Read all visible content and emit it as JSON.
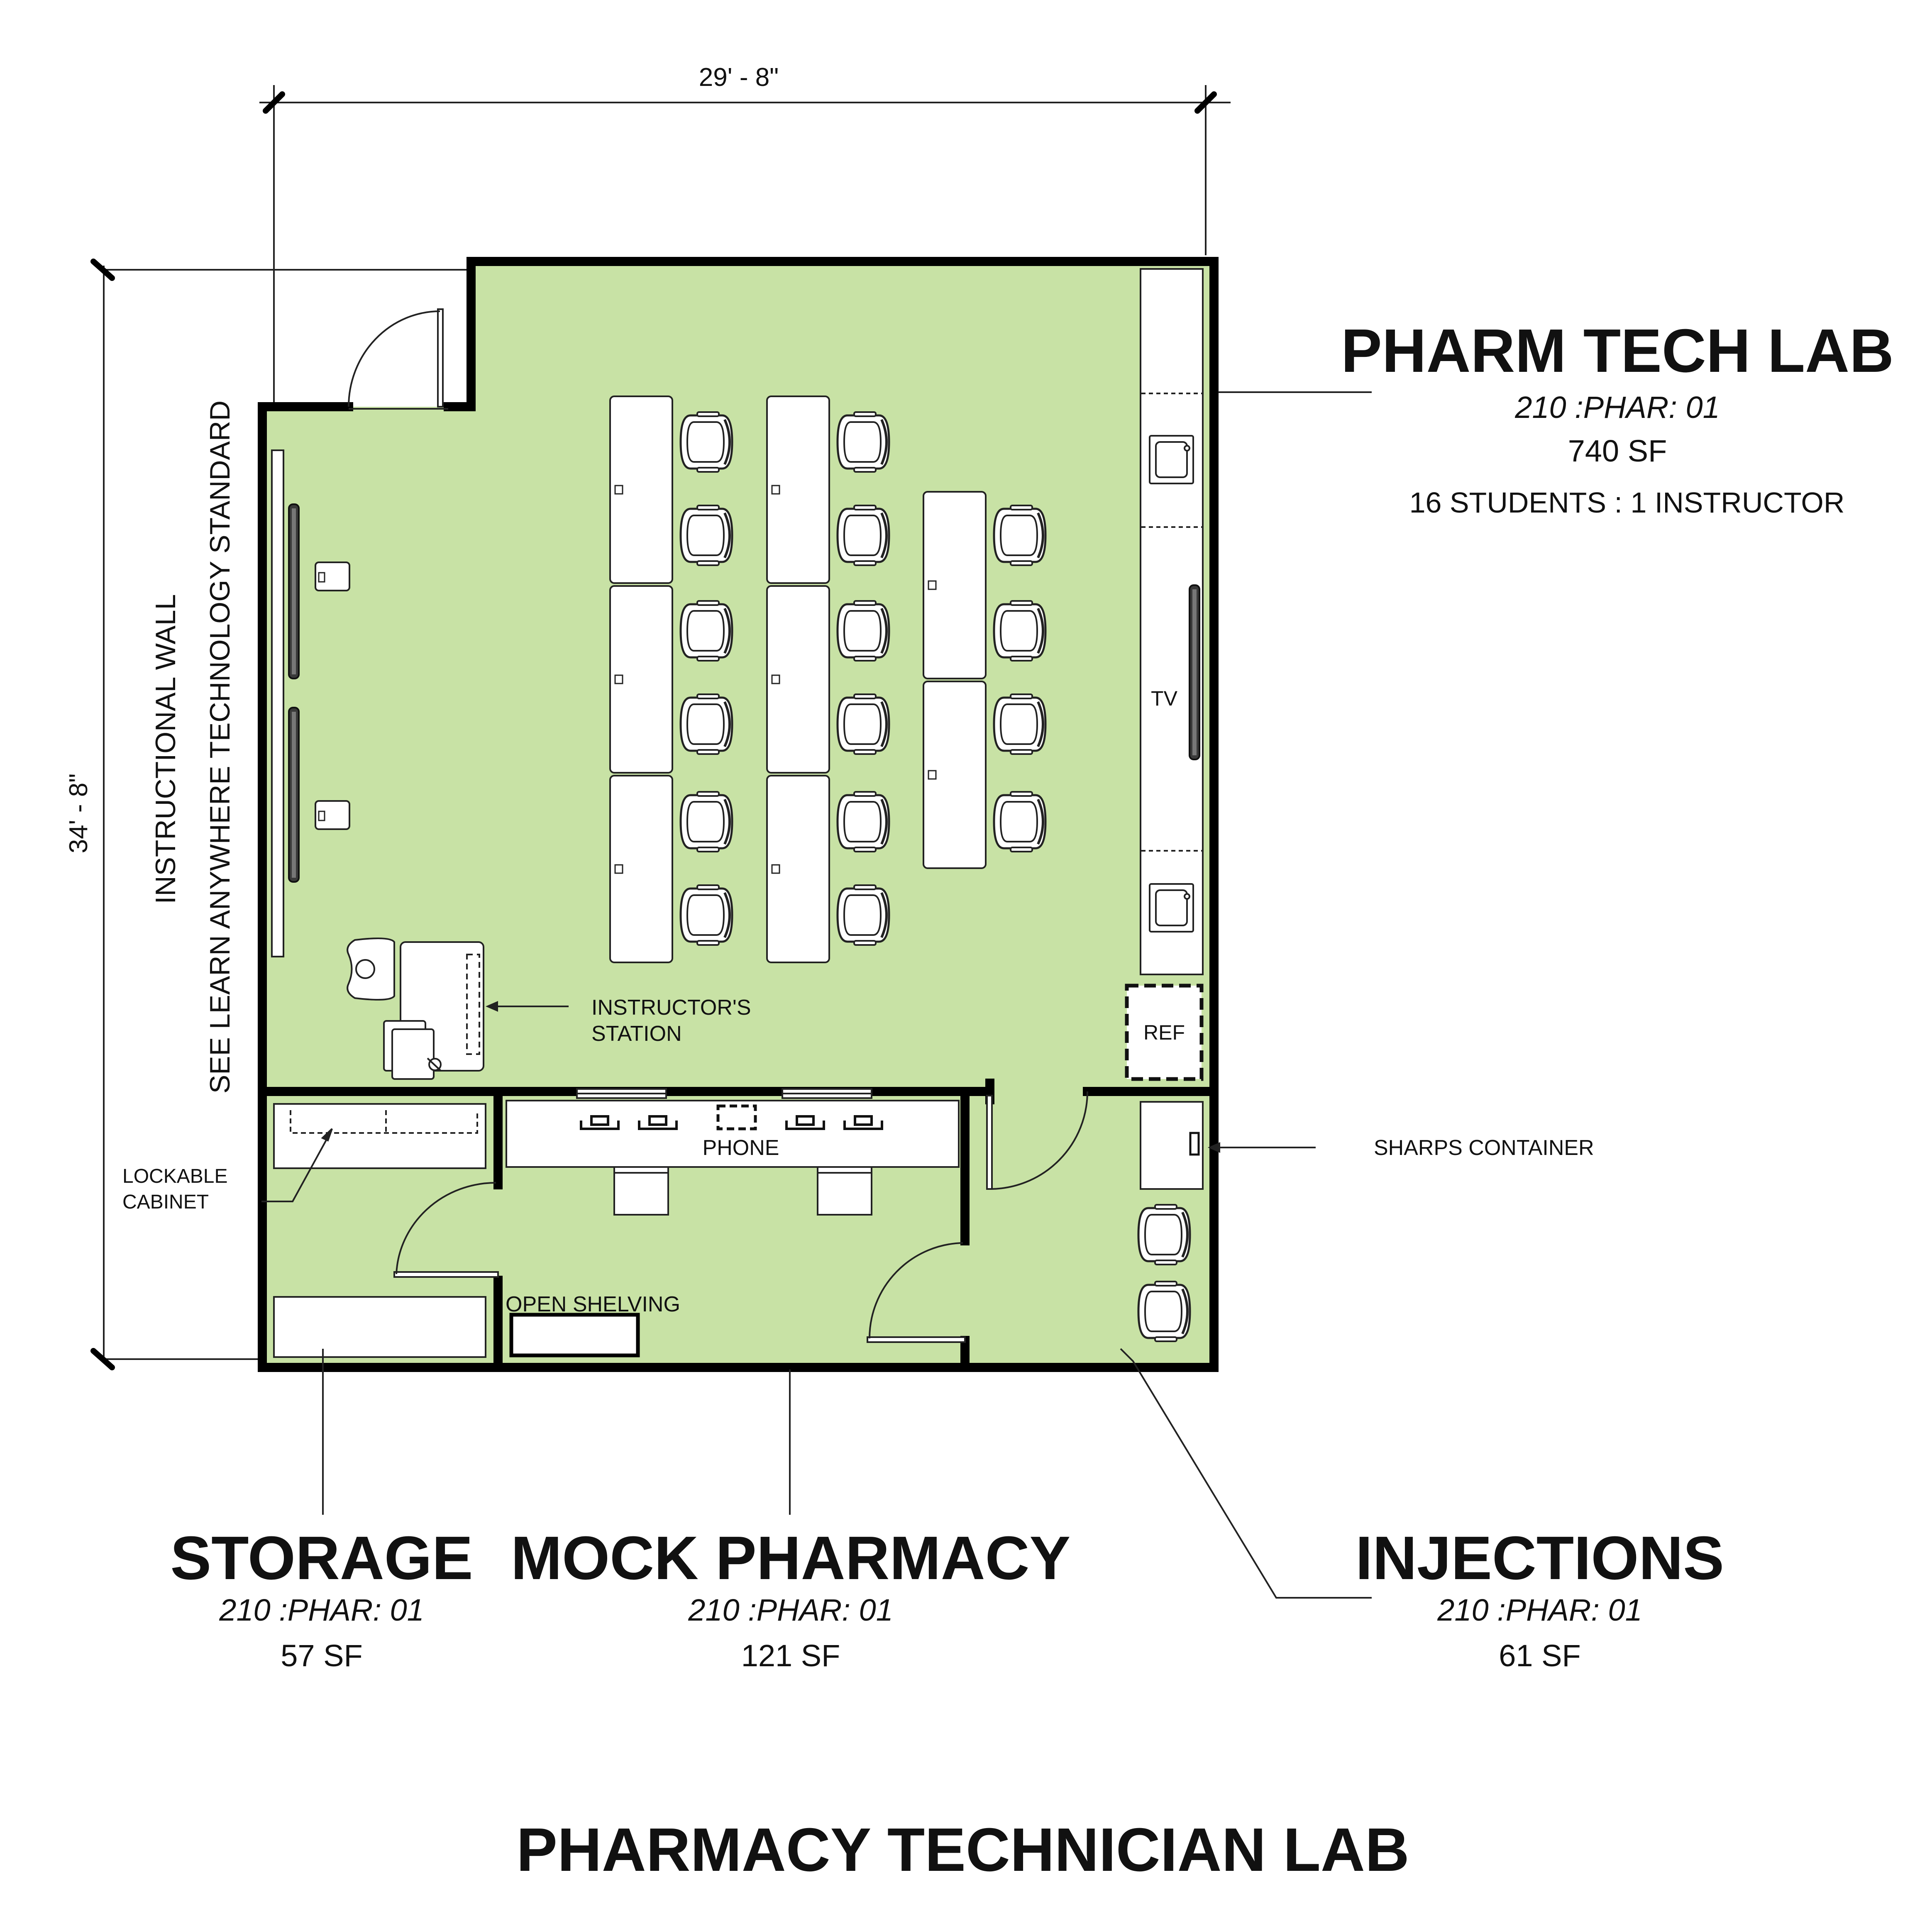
{
  "colors": {
    "floor": "#c8e2a5",
    "wall": "#000000",
    "furniture": "#ffffff",
    "line": "#222222"
  },
  "dimensions": {
    "width": "29' - 8\"",
    "height": "34' - 8\""
  },
  "rooms": {
    "pharm_tech_lab": {
      "name": "PHARM TECH LAB",
      "code": "210 :PHAR: 01",
      "area": "740 SF",
      "capacity": "16 STUDENTS : 1 INSTRUCTOR"
    },
    "storage": {
      "name": "STORAGE",
      "code": "210 :PHAR: 01",
      "area": "57 SF"
    },
    "mock_pharmacy": {
      "name": "MOCK PHARMACY",
      "code": "210 :PHAR: 01",
      "area": "121 SF"
    },
    "injections": {
      "name": "INJECTIONS",
      "code": "210 :PHAR: 01",
      "area": "61 SF"
    }
  },
  "notes": {
    "instructional_wall": "INSTRUCTIONAL WALL",
    "technology_standard": "SEE LEARN ANYWHERE TECHNOLOGY STANDARD",
    "instructor_station_line1": "INSTRUCTOR'S",
    "instructor_station_line2": "STATION",
    "tv": "TV",
    "ref": "REF",
    "sharps_container": "SHARPS CONTAINER",
    "phone": "PHONE",
    "lockable_cabinet_line1": "LOCKABLE",
    "lockable_cabinet_line2": "CABINET",
    "open_shelving": "OPEN SHELVING"
  },
  "title": "PHARMACY TECHNICIAN LAB"
}
